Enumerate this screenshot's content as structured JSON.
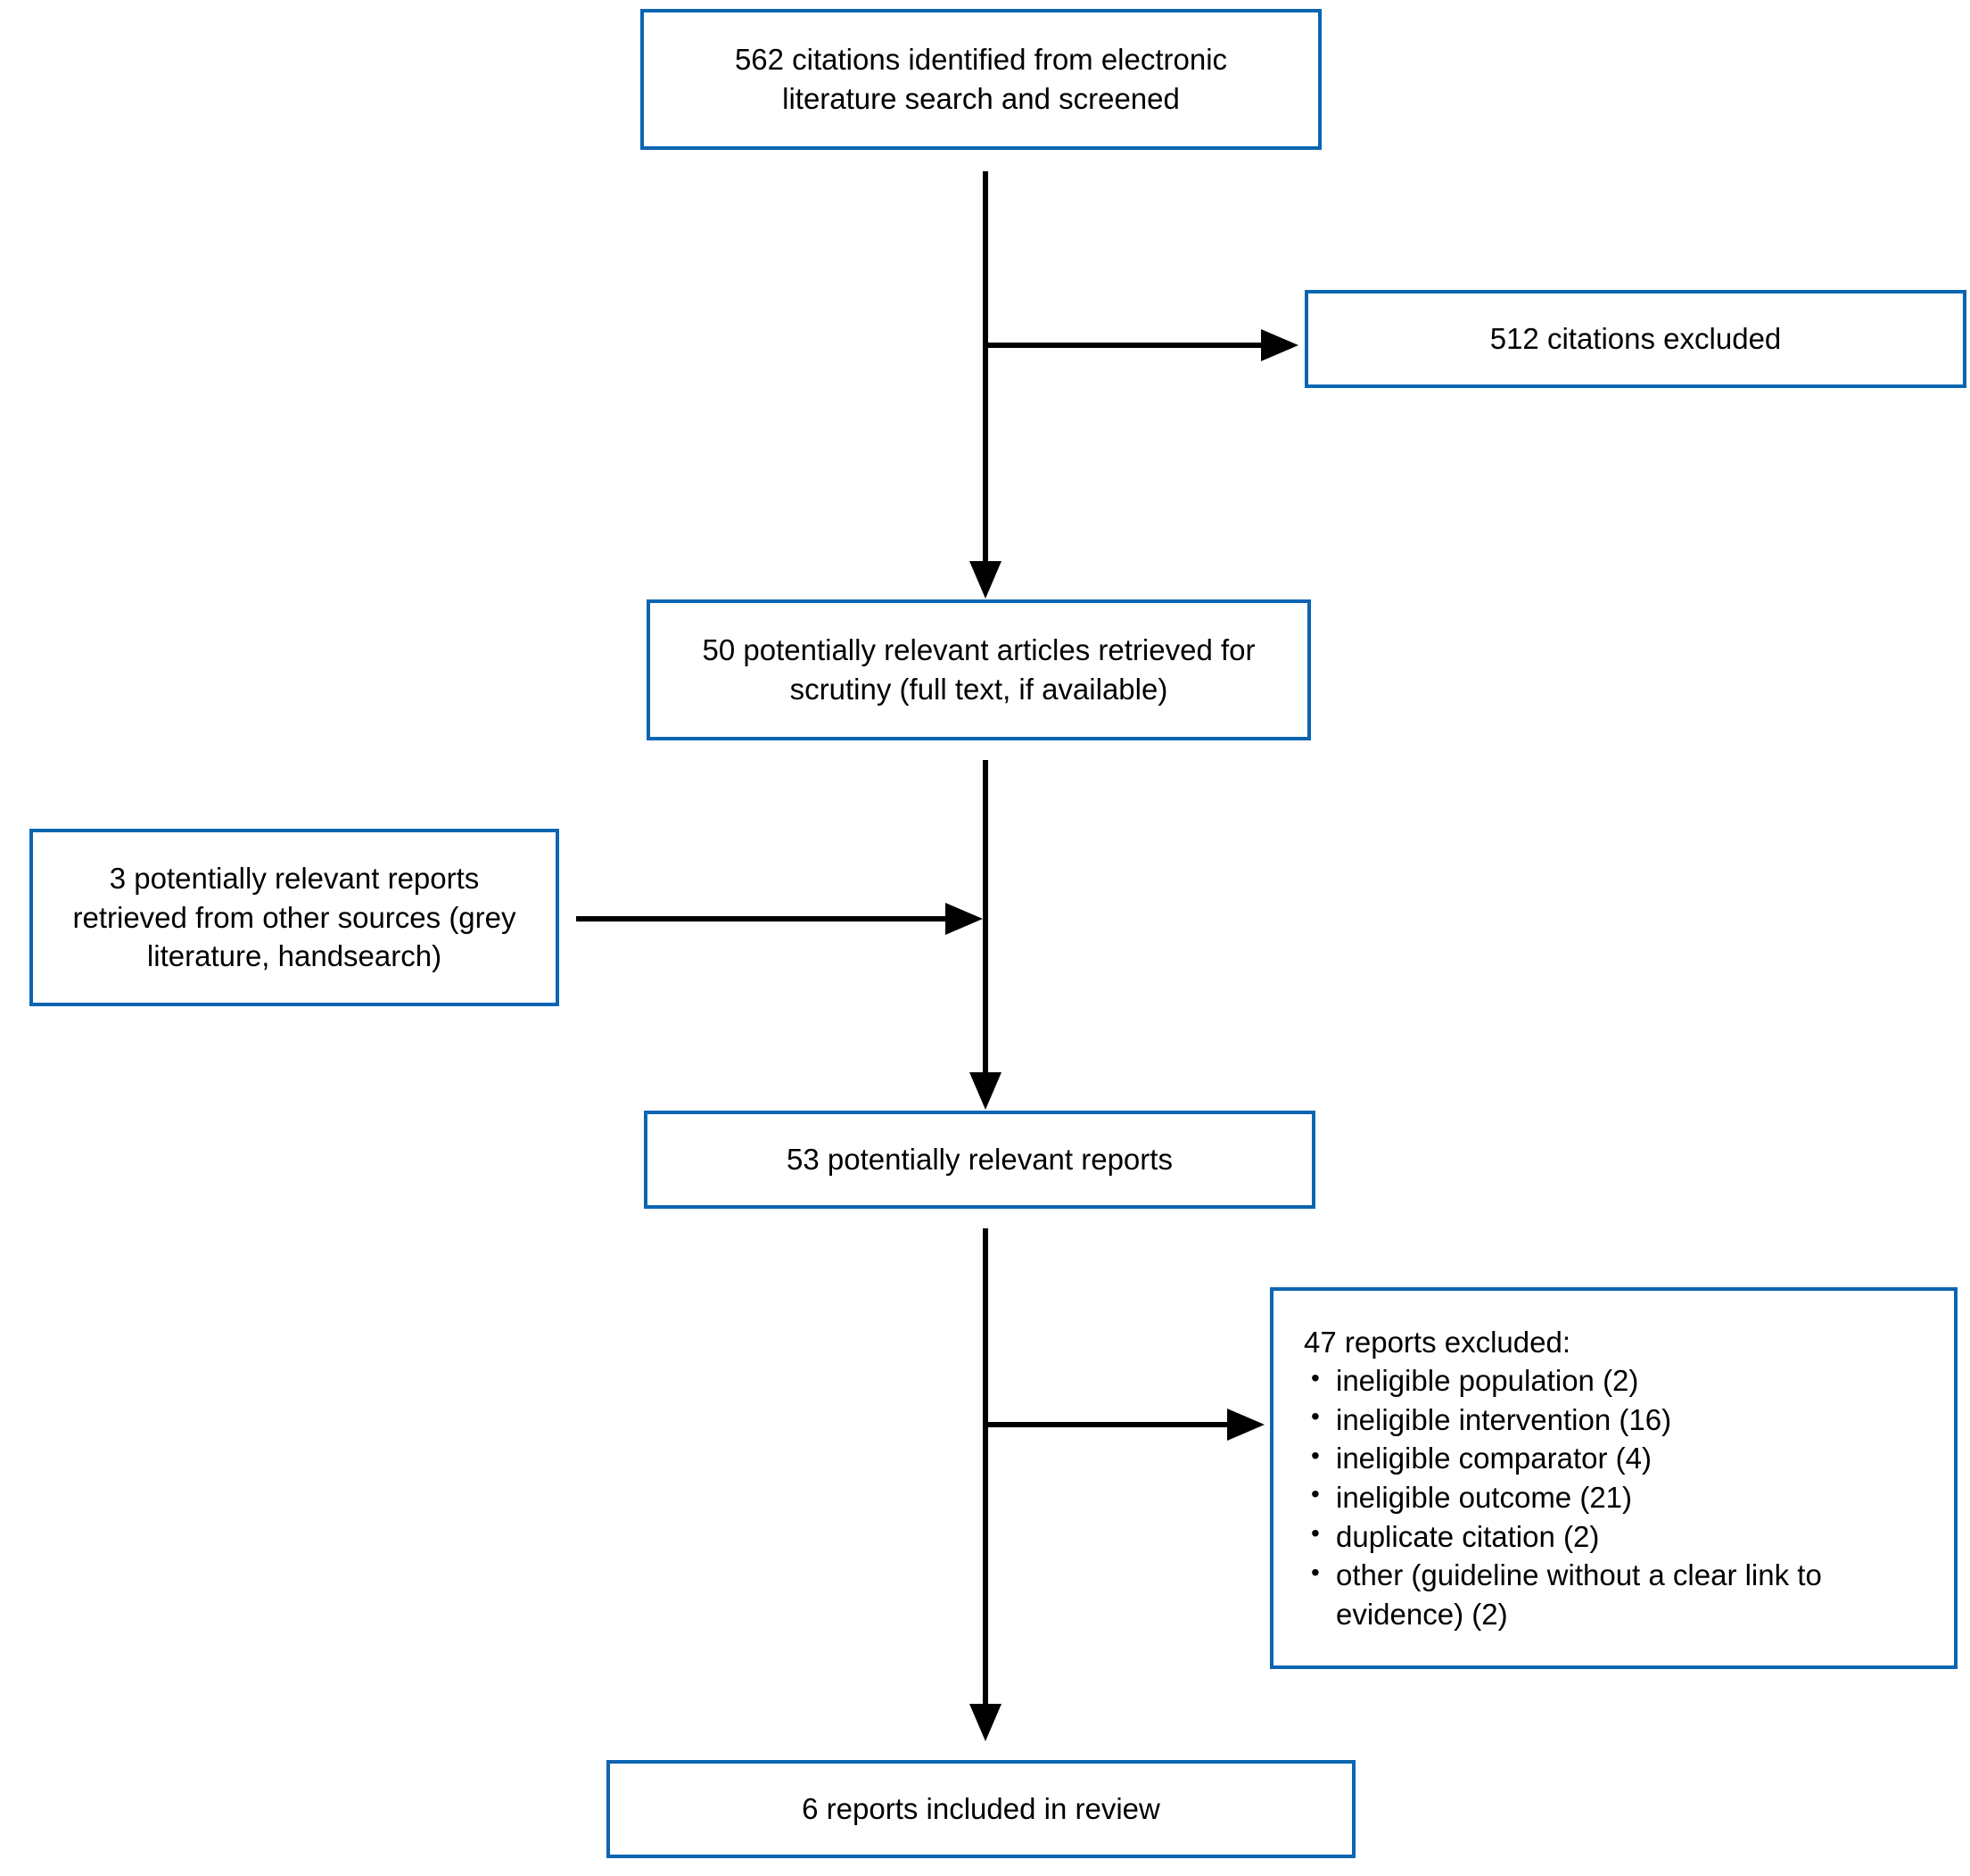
{
  "colors": {
    "box_border": "#0a65b2",
    "arrow": "#000000",
    "text": "#000000",
    "background": "#ffffff"
  },
  "boxes": {
    "identified": {
      "text": "562 citations identified from electronic literature search and screened"
    },
    "citations_excluded": {
      "text": "512 citations excluded"
    },
    "retrieved": {
      "text": "50 potentially relevant articles retrieved for scrutiny (full text, if available)"
    },
    "other_sources": {
      "text": "3 potentially relevant reports retrieved from other sources (grey literature, handsearch)"
    },
    "potentially_relevant": {
      "text": "53 potentially relevant reports"
    },
    "reports_excluded": {
      "heading": "47 reports excluded:",
      "items": [
        "ineligible population (2)",
        "ineligible intervention (16)",
        "ineligible comparator (4)",
        "ineligible outcome (21)",
        "duplicate citation (2)",
        "other (guideline without a clear link to evidence) (2)"
      ]
    },
    "included": {
      "text": "6 reports included in review"
    }
  }
}
